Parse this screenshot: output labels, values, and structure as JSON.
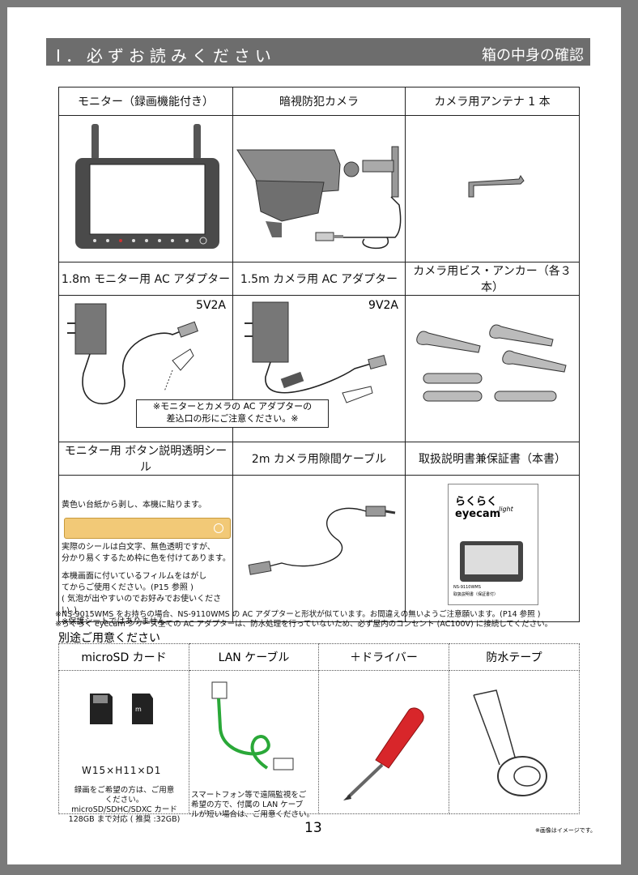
{
  "header": {
    "left": "I．必ずお読みください",
    "right": "箱の中身の確認"
  },
  "rows": [
    [
      "モニター（録画機能付き）",
      "暗視防犯カメラ",
      "カメラ用アンテナ 1 本"
    ],
    [
      "1.8m モニター用 AC アダプター",
      "1.5m カメラ用 AC アダプター",
      "カメラ用ビス・アンカー（各３本）"
    ],
    [
      "モニター用 ボタン説明透明シール",
      "2m カメラ用隙間ケーブル",
      "取扱説明書兼保証書（本書）"
    ]
  ],
  "voltages": [
    "5V2A",
    "9V2A"
  ],
  "callout": [
    "※モニターとカメラの AC アダプターの",
    "差込口の形にご注意ください。※"
  ],
  "seal_text": {
    "line1": "黄色い台紙から剥し、本機に貼ります。",
    "line2": [
      "実際のシールは白文字、無色透明ですが、",
      "分かり易くするため枠に色を付けてあります。"
    ],
    "line3": [
      "本機画面に付いているフィルムをはがし",
      "てからご使用ください。(P15 参照 )",
      "( 気泡が出やすいのでお好みでお使いください。)",
      "※保護シートではありません。"
    ]
  },
  "manual_cover": {
    "brand": "らくらくeyecam",
    "sub": "light",
    "model": "NS-9110WMS",
    "title": "取扱説明書（保証書付）"
  },
  "notes": [
    "※NS-9015WMS をお持ちの場合、NS-9110WMS の AC アダプターと形状が似ています。お間違えの無いようご注意願います。(P14 参照 )",
    "※らくらく eyecam シリーズ全ての AC アダプターは、防水処理を行っていないため、必ず屋内のコンセント (AC100V) に接続してください。"
  ],
  "extra_title": "別途ご用意ください",
  "extras": [
    "microSD カード",
    "LAN ケーブル",
    "＋ドライバー",
    "防水テープ"
  ],
  "sd": {
    "size": "W15×H11×D1",
    "note": [
      "録画をご希望の方は、ご用意",
      "ください。",
      "microSD/SDHC/SDXC カード",
      "128GB まで対応 ( 推奨 :32GB)"
    ]
  },
  "lan_note": [
    "スマートフォン等で遠隔監視をご",
    "希望の方で、付属の LAN ケーブ",
    "ルが短い場合は、ご用意ください。"
  ],
  "page_number": "13",
  "footnote": "※画像はイメージです。"
}
